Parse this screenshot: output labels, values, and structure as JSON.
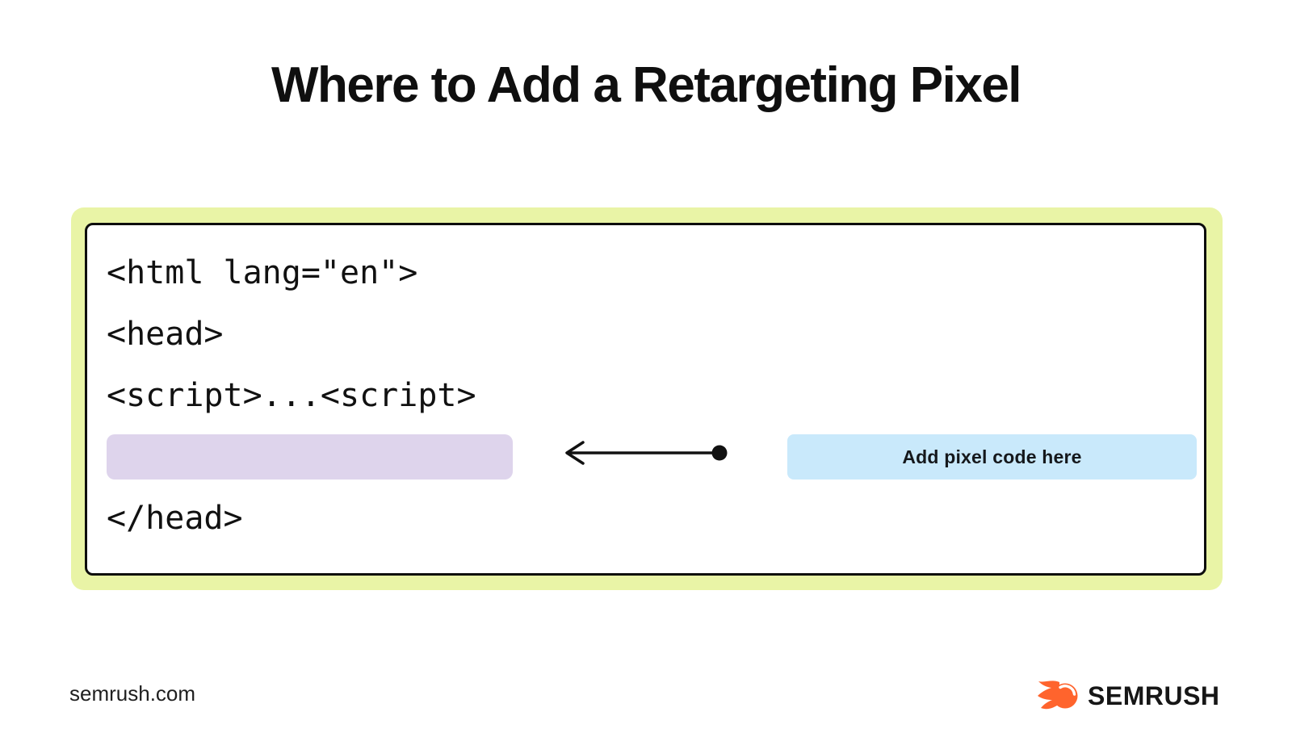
{
  "title": "Where to Add a Retargeting Pixel",
  "diagram": {
    "line_html": "<html lang=\"en\">",
    "line_head_open": "<head>",
    "line_script": "<script>...<script>",
    "line_head_close": "</head>",
    "pixel_label": "Add pixel code here"
  },
  "footer": {
    "site": "semrush.com",
    "brand": "SEMRUSH"
  },
  "colors": {
    "frame_green": "#e9f4a6",
    "highlight_purple": "#ded4ec",
    "callout_blue": "#c9e9fb",
    "brand_orange": "#ff642d",
    "ink": "#111111"
  }
}
